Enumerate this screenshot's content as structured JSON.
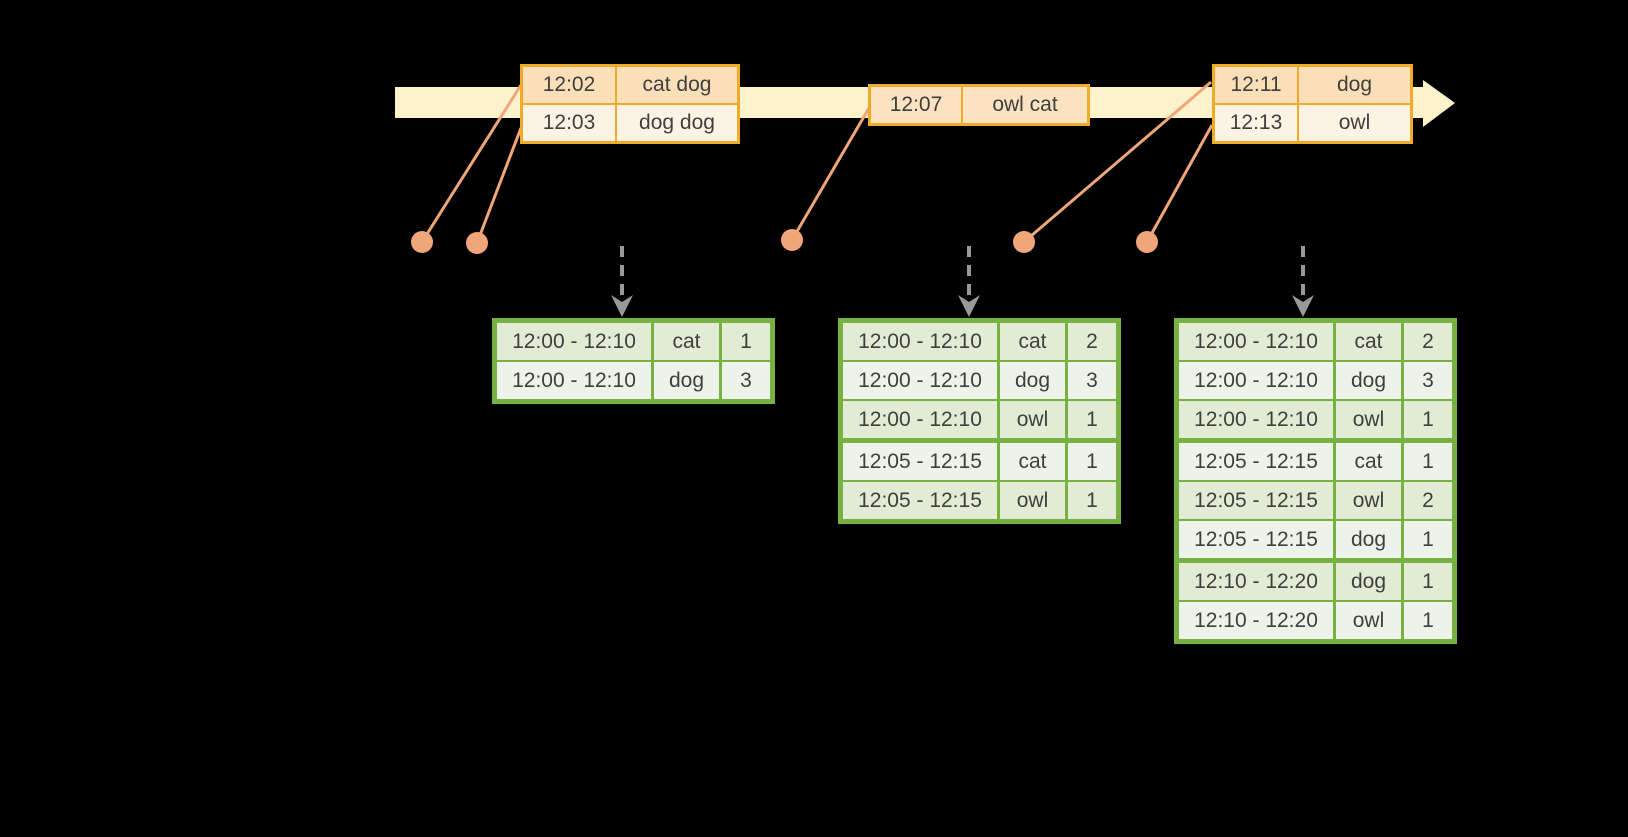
{
  "colors": {
    "background": "#000000",
    "timeline_fill": "#fcf3cd",
    "event_table_border": "#f0ac29",
    "event_row_dark": "#fadfb8",
    "event_row_light": "#fdf3e4",
    "event_row_single": "#fbe2c1",
    "record_marker": "#f1a679",
    "result_table_border": "#77b142",
    "result_row_dark": "#e2ecd5",
    "result_row_light": "#edf3e8",
    "trigger_arrow": "#999999",
    "text": "#3f3f3f"
  },
  "timeline": {
    "record_dot_count": 5,
    "event_tables": [
      {
        "id": "event-table-1",
        "rows": [
          [
            "12:02",
            "cat dog"
          ],
          [
            "12:03",
            "dog dog"
          ]
        ]
      },
      {
        "id": "event-table-2",
        "rows": [
          [
            "12:07",
            "owl cat"
          ]
        ]
      },
      {
        "id": "event-table-3",
        "rows": [
          [
            "12:11",
            "dog"
          ],
          [
            "12:13",
            "owl"
          ]
        ]
      }
    ]
  },
  "result_tables": [
    {
      "id": "result-table-1",
      "rows": [
        [
          "12:00 - 12:10",
          "cat",
          1
        ],
        [
          "12:00 - 12:10",
          "dog",
          3
        ]
      ]
    },
    {
      "id": "result-table-2",
      "rows": [
        [
          "12:00 - 12:10",
          "cat",
          2
        ],
        [
          "12:00 - 12:10",
          "dog",
          3
        ],
        [
          "12:00 - 12:10",
          "owl",
          1
        ],
        [
          "12:05 - 12:15",
          "cat",
          1
        ],
        [
          "12:05 - 12:15",
          "owl",
          1
        ]
      ]
    },
    {
      "id": "result-table-3",
      "rows": [
        [
          "12:00 - 12:10",
          "cat",
          2
        ],
        [
          "12:00 - 12:10",
          "dog",
          3
        ],
        [
          "12:00 - 12:10",
          "owl",
          1
        ],
        [
          "12:05 - 12:15",
          "cat",
          1
        ],
        [
          "12:05 - 12:15",
          "owl",
          2
        ],
        [
          "12:05 - 12:15",
          "dog",
          1
        ],
        [
          "12:10 - 12:20",
          "dog",
          1
        ],
        [
          "12:10 - 12:20",
          "owl",
          1
        ]
      ]
    }
  ]
}
